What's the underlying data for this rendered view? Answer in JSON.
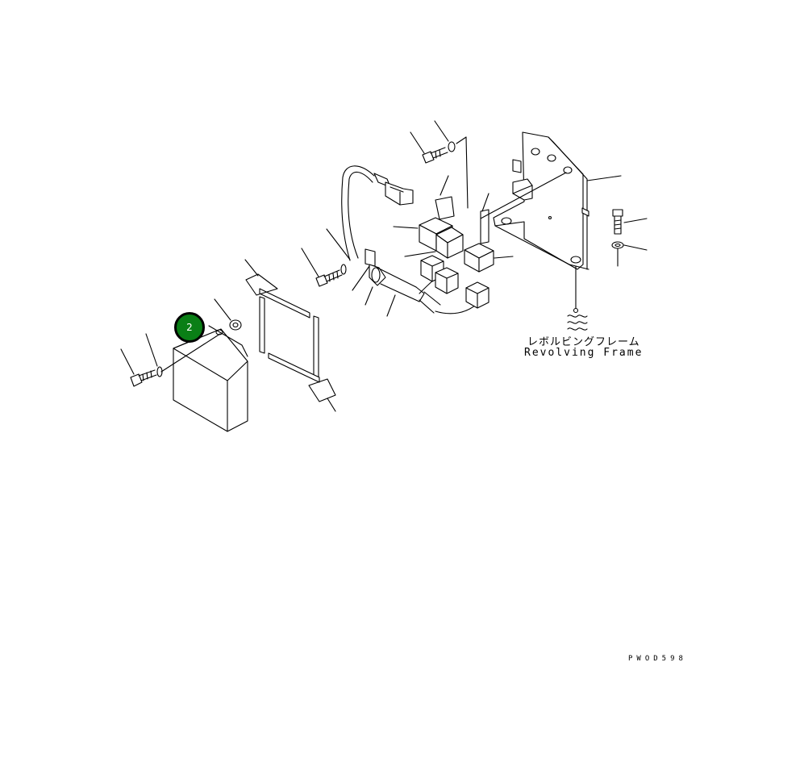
{
  "diagram": {
    "frame_label_ja": "レボルビングフレーム",
    "frame_label_en": "Revolving Frame",
    "drawing_code": "PWOD598",
    "callout": {
      "number": "2",
      "color": "#0a7f16"
    }
  }
}
